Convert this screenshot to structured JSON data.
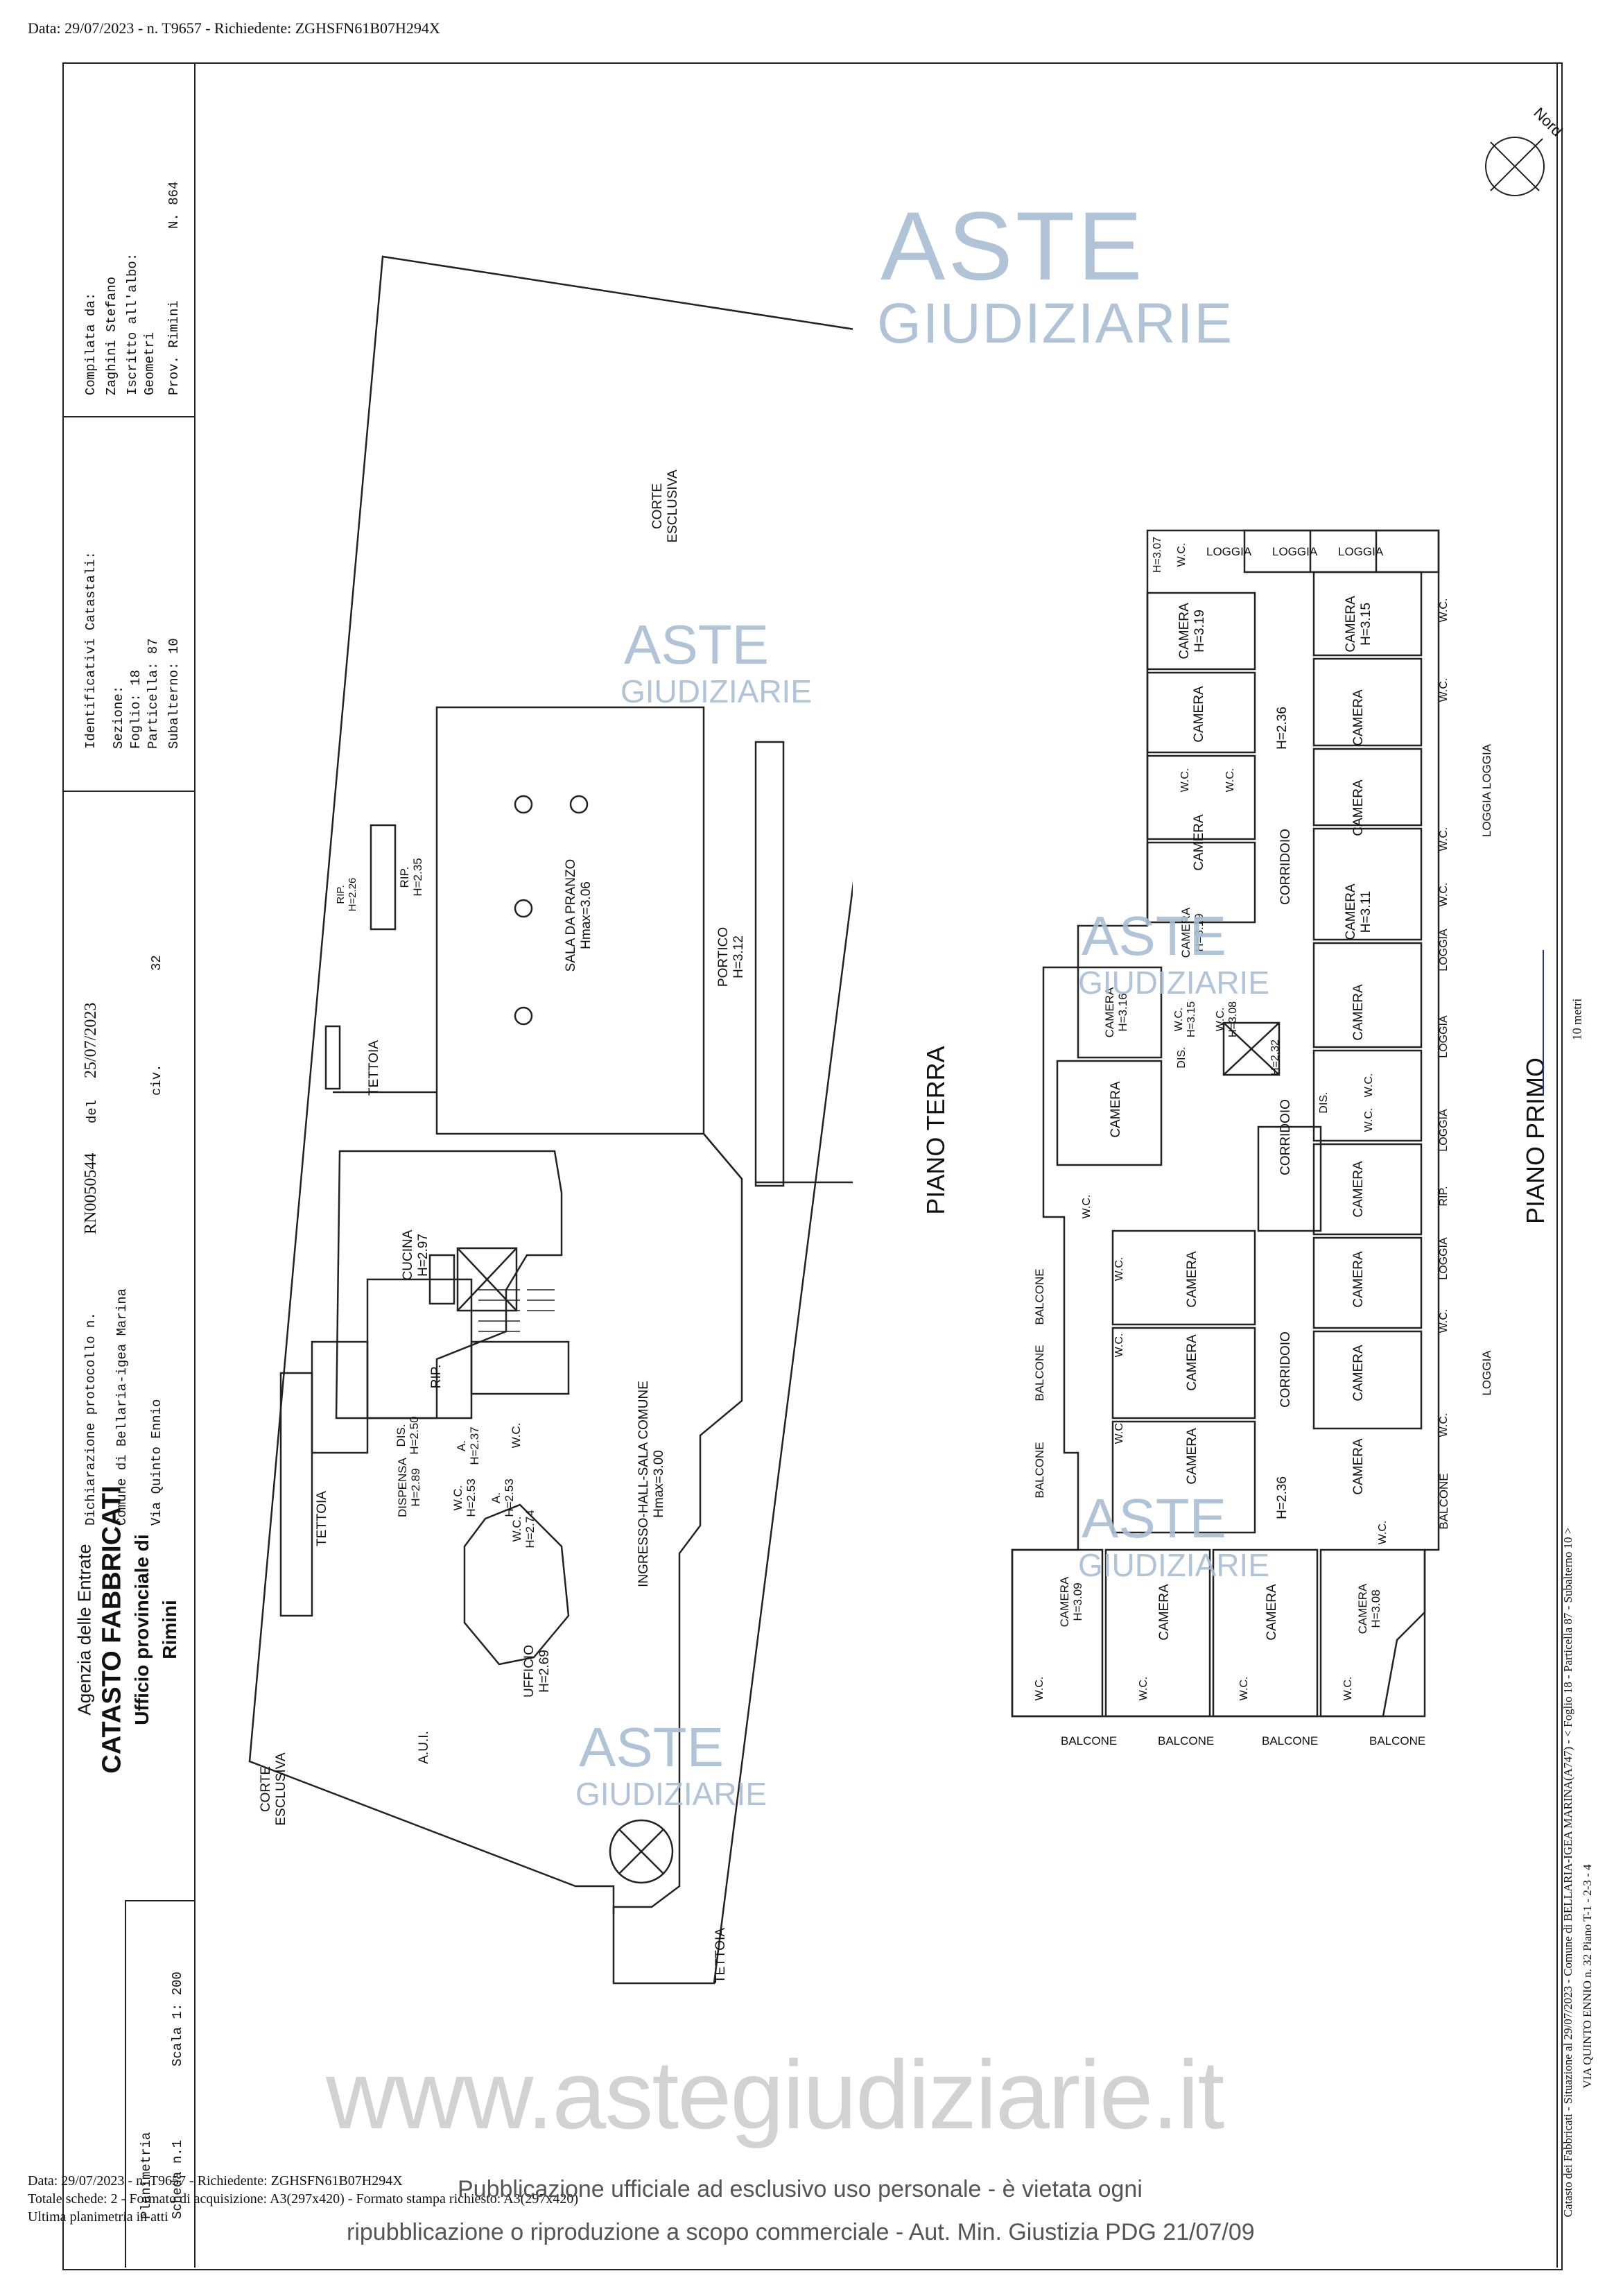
{
  "header": {
    "top_line": "Data: 29/07/2023 - n. T9657 - Richiedente: ZGHSFN61B07H294X"
  },
  "agency": {
    "line1": "Agenzia delle Entrate",
    "line2": "CATASTO FABBRICATI",
    "line3": "Ufficio provinciale di",
    "line4": "Rimini"
  },
  "declaration": {
    "line1_label": "Dichiarazione protocollo n.",
    "protocol": "RN0050544",
    "del": "del",
    "date": "25/07/2023",
    "comune": "Comune di Bellaria-igea Marina",
    "via": "Via Quinto Ennio",
    "civ": "civ.",
    "civ_num": "32"
  },
  "identifiers": {
    "title": "Identificativi Catastali:",
    "sezione": "Sezione:",
    "foglio": "Foglio: 18",
    "particella": "Particella: 87",
    "subalterno": "Subalterno: 10"
  },
  "compiler": {
    "title": "Compilata da:",
    "name": "Zaghini Stefano",
    "albo": "Iscritto all'albo:",
    "profession": "Geometri",
    "prov": "Prov. Rimini",
    "number": "N. 864"
  },
  "scheda": {
    "plan": "Planimetria",
    "scheda": "Scheda n.1",
    "scale": "Scala 1: 200"
  },
  "north_label": "Nord",
  "scale_bar": "10 metri",
  "floors": {
    "ground": "PIANO TERRA",
    "first": "PIANO PRIMO"
  },
  "ground_rooms": {
    "corte_top_1": "CORTE",
    "corte_top_2": "ESCLUSIVA",
    "corte_bottom_1": "CORTE",
    "corte_bottom_2": "ESCLUSIVA",
    "rip1": "RIP.",
    "rip1_h": "H=2.26",
    "rip2": "RIP.",
    "rip2_h": "H=2.35",
    "sala": "SALA DA PRANZO",
    "sala_h": "Hmax=3.06",
    "portico": "PORTICO",
    "portico_h": "H=3.12",
    "tettoia_1": "TETTOIA",
    "tettoia_2": "TETTOIA",
    "tettoia_3": "TETTOIA",
    "cucina": "CUCINA",
    "cucina_h": "H=2.97",
    "rip3": "RIP.",
    "ingresso": "INGRESSO-HALL-SALA COMUNE",
    "ingresso_h": "Hmax=3.00",
    "dis": "DIS.",
    "dis_h": "H=2.50",
    "dispensa": "DISPENSA",
    "dispensa_h": "H=2.89",
    "a1": "A.",
    "a1_h": "H=2.37",
    "wc1": "W.C.",
    "wc2": "W.C.",
    "wc2_h": "H=2.53",
    "a2": "A.",
    "a2_h": "H=2.53",
    "wc3": "W.C.",
    "wc3_h": "H=2.74",
    "ufficio": "UFFICIO",
    "ufficio_h": "H=2.69",
    "aui": "A.U.I."
  },
  "first_rooms": {
    "camera": "CAMERA",
    "wc": "W.C.",
    "loggia": "LOGGIA",
    "balcone": "BALCONE",
    "corridoio": "CORRIDOIO",
    "dis": "DIS.",
    "rip": "RIP.",
    "h307": "H=3.07",
    "h319": "H=3.19",
    "h315": "H=3.15",
    "h236": "H=2.36",
    "h311": "H=3.11",
    "h316": "H=3.16",
    "h308": "H=3.08",
    "h232": "H=2.32",
    "h309": "H=3.09",
    "loggia_loggia": "LOGGIA LOGGIA"
  },
  "side_note": {
    "line1": "Catasto dei Fabbricati - Situazione al 29/07/2023 - Comune di BELLARIA-IGEA MARINA(A747) - < Foglio 18 - Particella 87 - Subalterno 10 >",
    "line2": "VIA QUINTO ENNIO n. 32 Piano T-1 - 2-3 - 4"
  },
  "footer": {
    "data": "Data: 29/07/2023 - n. T9657 - Richiedente: ZGHSFN61B07H294X",
    "schede": "Totale schede: 2 - Formato di acquisizione: A3(297x420) - Formato stampa richiesto: A3(297x420)",
    "ultima": "Ultima planimetria in atti",
    "pub1": "Pubblicazione ufficiale ad esclusivo uso personale - è vietata ogni",
    "pub2": "ripubblicazione o riproduzione a scopo commerciale - Aut. Min. Giustizia PDG 21/07/09"
  },
  "watermark": {
    "aste": "ASTE",
    "giudiziarie": "GIUDIZIARIE",
    "url": "www.astegiudiziarie.it"
  }
}
